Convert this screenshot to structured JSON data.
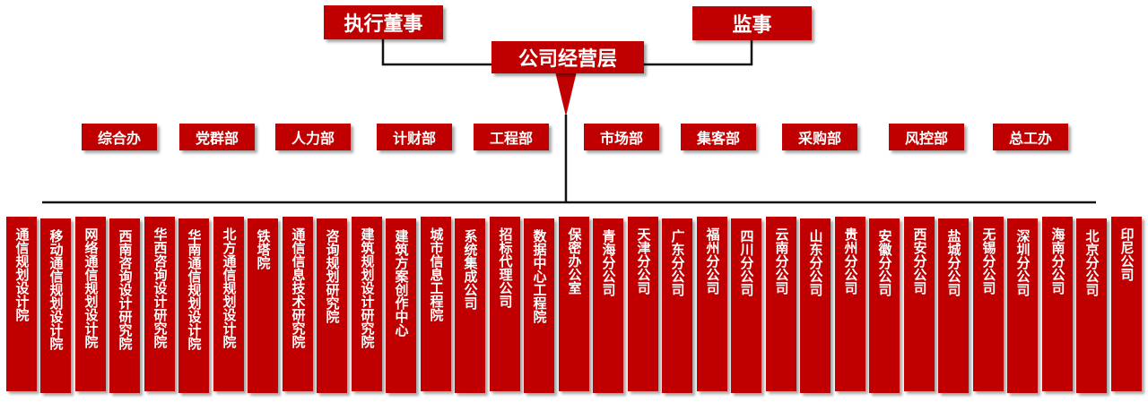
{
  "top": {
    "executive_director": "执行董事",
    "supervisor": "监事"
  },
  "management": "公司经营层",
  "departments": [
    "综合办",
    "党群部",
    "人力部",
    "计财部",
    "工程部",
    "市场部",
    "集客部",
    "采购部",
    "风控部",
    "总工办"
  ],
  "units": [
    "通信规划设计院",
    "移动通信规划设计院",
    "网络通信规划设计院",
    "西南咨询设计研究院",
    "华西咨询设计研究院",
    "华南通信规划设计院",
    "北方通信规划设计院",
    "铁塔院",
    "通信信息技术研究院",
    "咨询规划研究院",
    "建筑规划设计研究院",
    "建筑方案创作中心",
    "城市信息工程院",
    "系统集成公司",
    "招标代理公司",
    "数据中心工程院",
    "保密办公室",
    "青海分公司",
    "天津分公司",
    "广东分公司",
    "福州分公司",
    "四川分公司",
    "云南分公司",
    "山东分公司",
    "贵州分公司",
    "安徽分公司",
    "西安分公司",
    "盐城分公司",
    "无锡分公司",
    "深圳分公司",
    "海南分公司",
    "北京分公司",
    "印尼公司"
  ],
  "colors": {
    "box": "#c00000",
    "text": "#ffffff",
    "line": "#111111"
  }
}
